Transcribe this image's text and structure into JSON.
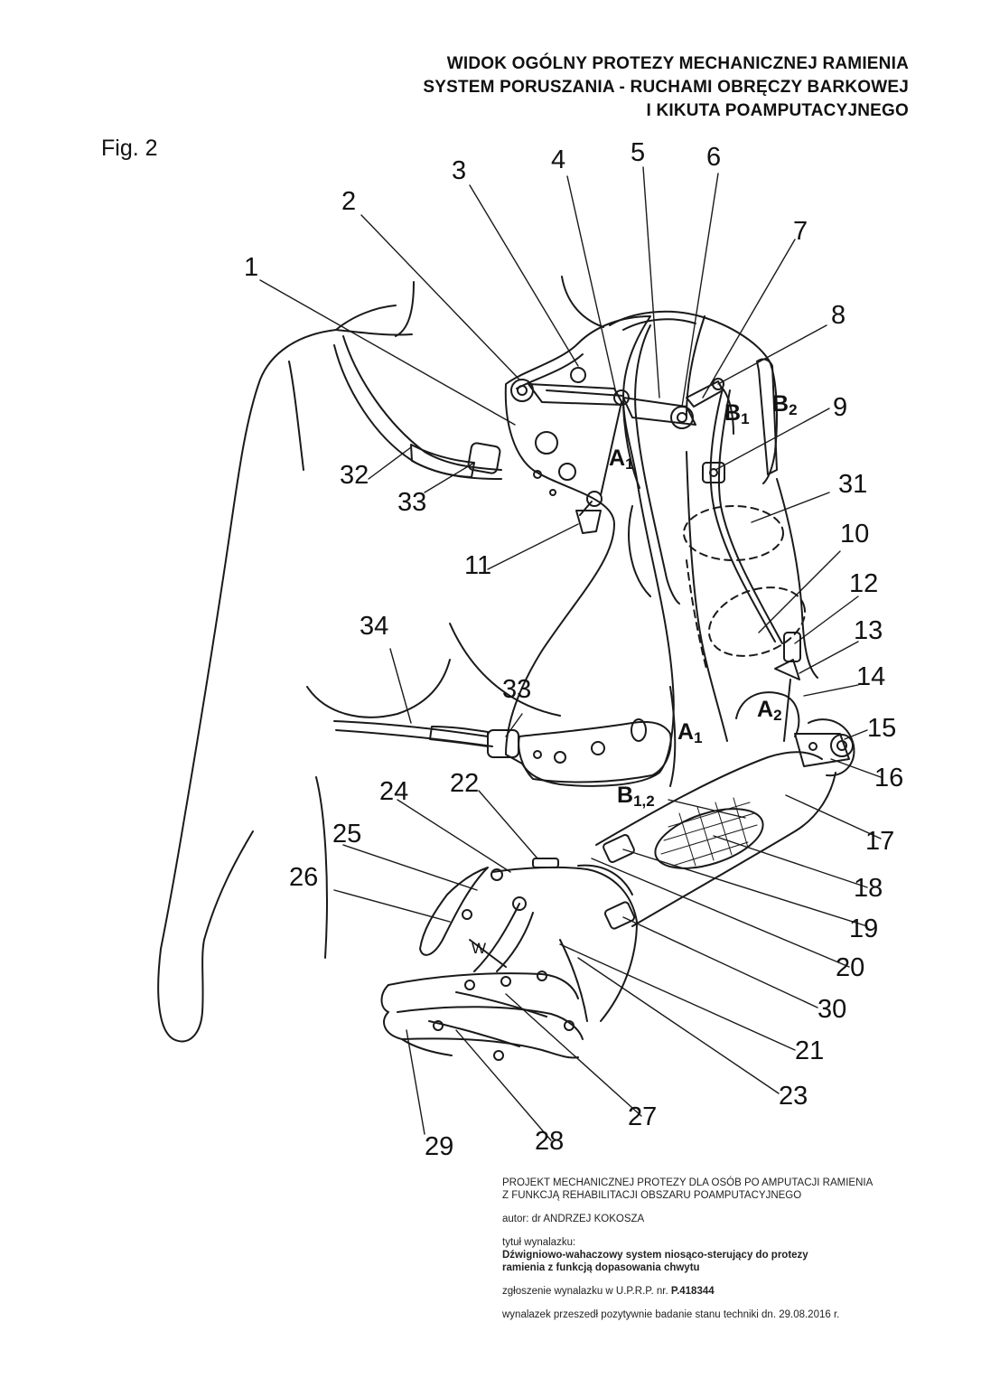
{
  "title": {
    "line1": "WIDOK OGÓLNY PROTEZY MECHANICZNEJ RAMIENIA",
    "line2": "SYSTEM  PORUSZANIA - RUCHAMI OBRĘCZY BARKOWEJ",
    "line3": "I KIKUTA POAMPUTACYJNEGO"
  },
  "figure_label": "Fig. 2",
  "reference_numbers": [
    "1",
    "2",
    "3",
    "4",
    "5",
    "6",
    "7",
    "8",
    "9",
    "10",
    "11",
    "12",
    "13",
    "14",
    "15",
    "16",
    "17",
    "18",
    "19",
    "20",
    "21",
    "22",
    "23",
    "24",
    "25",
    "26",
    "27",
    "28",
    "29",
    "30",
    "31",
    "32",
    "33",
    "33",
    "34"
  ],
  "letter_labels": {
    "A1_top": {
      "main": "A",
      "sub": "1"
    },
    "A1_bottom": {
      "main": "A",
      "sub": "1"
    },
    "A2": {
      "main": "A",
      "sub": "2"
    },
    "B1": {
      "main": "B",
      "sub": "1"
    },
    "B2": {
      "main": "B",
      "sub": "2"
    },
    "B12": {
      "main": "B",
      "sub": "1,2"
    },
    "W": "W"
  },
  "footer": {
    "project_line1": "PROJEKT MECHANICZNEJ PROTEZY DLA OSÓB PO AMPUTACJI RAMIENIA",
    "project_line2": "Z FUNKCJĄ REHABILITACJI OBSZARU POAMPUTACYJNEGO",
    "author": "autor: dr ANDRZEJ KOKOSZA",
    "invention_title_label": "tytuł wynalazku:",
    "invention_title_line1": "Dźwigniowo-wahaczowy system niosąco-sterujący do protezy",
    "invention_title_line2": "ramienia z funkcją dopasowania chwytu",
    "application_prefix": "zgłoszenie wynalazku w U.P.R.P.  nr.",
    "application_number": "P.418344",
    "examination": "wynalazek przeszedł pozytywnie badanie stanu techniki dn. 29.08.2016 r."
  }
}
